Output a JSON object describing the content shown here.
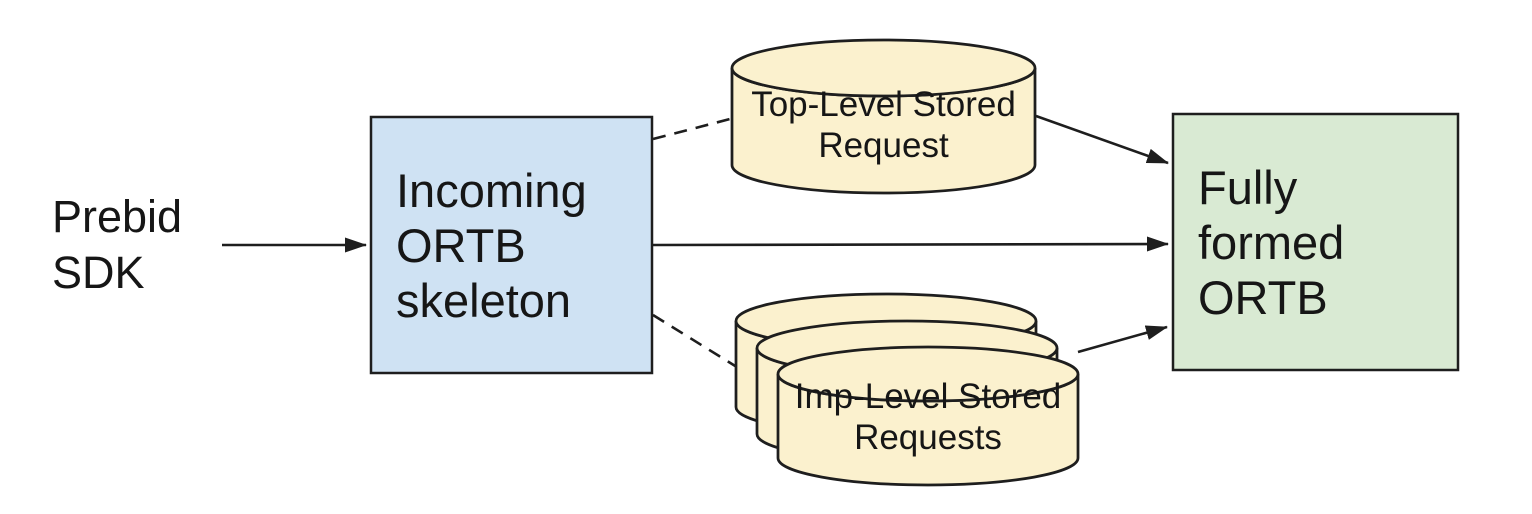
{
  "diagram": {
    "nodes": {
      "prebid_sdk": {
        "label": "Prebid\nSDK"
      },
      "incoming_ortb_skeleton": {
        "label": "Incoming\nORTB\nskeleton",
        "fill": "#cfe2f3"
      },
      "top_level_stored_request": {
        "label": "Top-Level Stored\nRequest",
        "fill": "#fbf1ce"
      },
      "imp_level_stored_requests": {
        "label": "Imp-Level Stored\nRequests",
        "fill": "#fbf1ce"
      },
      "fully_formed_ortb": {
        "label": "Fully\nformed\nORTB",
        "fill": "#d9ead3"
      }
    },
    "edges": [
      {
        "from": "prebid_sdk",
        "to": "incoming_ortb_skeleton",
        "style": "solid-arrow"
      },
      {
        "from": "incoming_ortb_skeleton",
        "to": "top_level_stored_request",
        "style": "dashed"
      },
      {
        "from": "incoming_ortb_skeleton",
        "to": "fully_formed_ortb",
        "style": "solid-arrow"
      },
      {
        "from": "incoming_ortb_skeleton",
        "to": "imp_level_stored_requests",
        "style": "dashed"
      },
      {
        "from": "top_level_stored_request",
        "to": "fully_formed_ortb",
        "style": "solid-arrow"
      },
      {
        "from": "imp_level_stored_requests",
        "to": "fully_formed_ortb",
        "style": "solid-arrow"
      }
    ],
    "colors": {
      "stroke": "#1e1e1e",
      "text": "#161616",
      "background": "#ffffff",
      "box_blue": "#cfe2f3",
      "box_green": "#d9ead3",
      "cylinder_yellow": "#fbf1ce"
    }
  }
}
